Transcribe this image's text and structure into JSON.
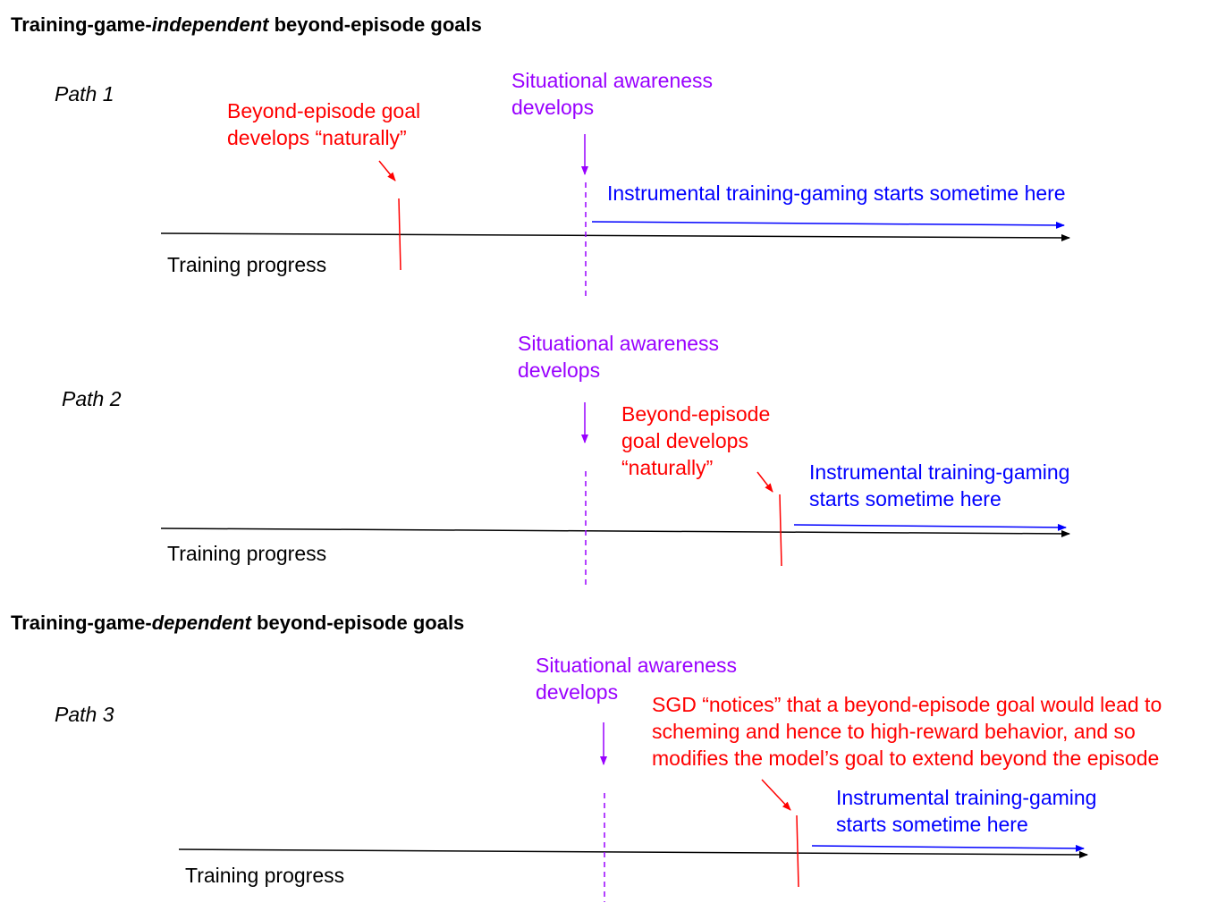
{
  "headings": {
    "independent": {
      "before": "Training-game-",
      "emph": "independent",
      "after": " beyond-episode goals"
    },
    "dependent": {
      "before": "Training-game-",
      "emph": "dependent",
      "after": " beyond-episode goals"
    }
  },
  "paths": [
    {
      "label": "Path 1",
      "axis_label": "Training progress",
      "situational_awareness": [
        "Situational awareness",
        "develops"
      ],
      "goal": [
        "Beyond-episode goal",
        "develops “naturally”"
      ],
      "gaming": [
        "Instrumental training-gaming starts sometime here"
      ]
    },
    {
      "label": "Path 2",
      "axis_label": "Training progress",
      "situational_awareness": [
        "Situational awareness",
        "develops"
      ],
      "goal": [
        "Beyond-episode",
        "goal develops",
        "“naturally”"
      ],
      "gaming": [
        "Instrumental training-gaming",
        "starts sometime here"
      ]
    },
    {
      "label": "Path 3",
      "axis_label": "Training progress",
      "situational_awareness": [
        "Situational awareness",
        "develops"
      ],
      "goal": [
        "SGD “notices” that a beyond-episode goal would lead to",
        "scheming and hence to high-reward behavior, and so",
        "modifies the model’s goal to extend beyond the episode"
      ],
      "gaming": [
        "Instrumental training-gaming",
        "starts sometime here"
      ]
    }
  ],
  "colors": {
    "axis": "#000000",
    "situational_awareness": "#9900ff",
    "goal": "#ff0000",
    "gaming": "#0000ff"
  }
}
